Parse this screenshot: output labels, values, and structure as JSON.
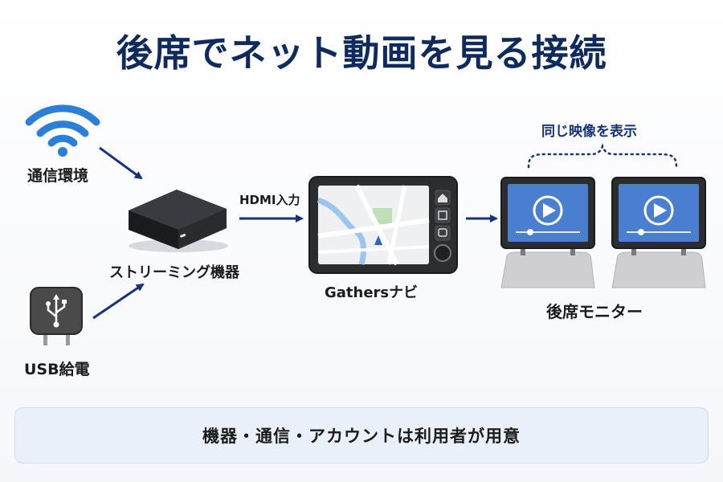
{
  "title": "後席でネット動画を見る接続",
  "inputs": {
    "network": {
      "label": "通信環境",
      "icon": "wifi-icon"
    },
    "power": {
      "label": "USB給電",
      "icon": "usb-plug-icon"
    }
  },
  "streaming_device": {
    "label": "ストリーミング機器",
    "icon": "streaming-box-icon"
  },
  "connection": {
    "label": "HDMI入力"
  },
  "navi": {
    "label": "Gathersナビ",
    "icon": "navigation-unit-icon"
  },
  "monitors": {
    "caption": "同じ映像を表示",
    "label": "後席モニター",
    "icon": "rear-seat-monitor-icon"
  },
  "note": "機器・通信・アカウントは利用者が用意",
  "colors": {
    "title": "#0f2a5c",
    "arrow": "#17327a",
    "accent": "#2f64c7",
    "wifi": "#2b7fd6"
  }
}
